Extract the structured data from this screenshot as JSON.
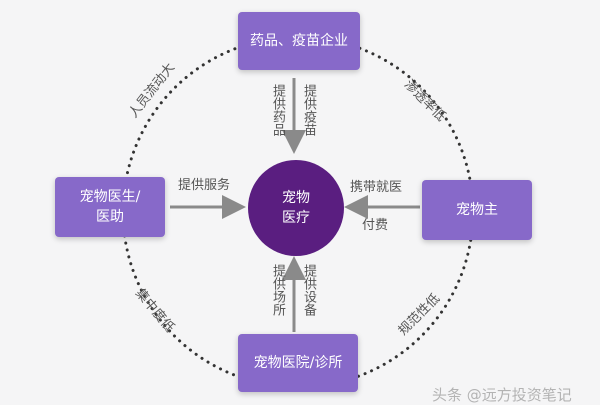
{
  "colors": {
    "box": "#8769c9",
    "center": "#5a1e80",
    "arrow": "#8a8a8a",
    "dots": "#333333"
  },
  "nodes": {
    "top": "药品、疫苗企业",
    "left_line1": "宠物医生/",
    "left_line2": "医助",
    "right": "宠物主",
    "bottom": "宠物医院/诊所",
    "center_line1": "宠物",
    "center_line2": "医疗"
  },
  "edges": {
    "top_provide_drugs": "提供药品",
    "top_provide_vaccines": "提供疫苗",
    "left_provide_service": "提供服务",
    "right_bring_doctor": "携带就医",
    "right_pay": "付费",
    "bottom_provide_venue": "提供场所",
    "bottom_provide_equipment": "提供设备"
  },
  "outer": {
    "top_left": "人员流动大",
    "top_right": "渗透率低",
    "bottom_left": "集中度低",
    "bottom_right": "规范性低"
  },
  "watermark": "头条 @远方投资笔记"
}
